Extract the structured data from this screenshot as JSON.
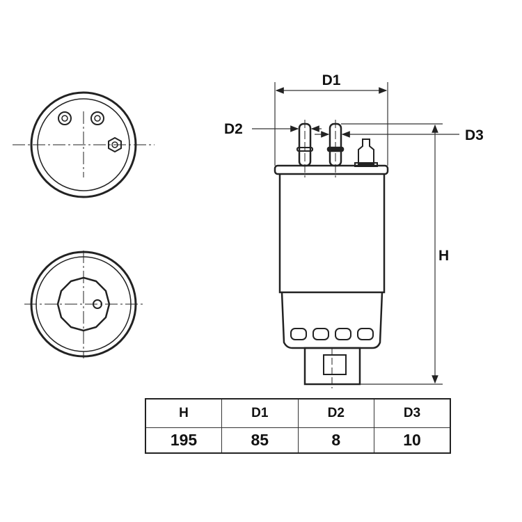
{
  "diagram": {
    "labels": {
      "d1": "D1",
      "d2": "D2",
      "d3": "D3",
      "h": "H"
    }
  },
  "table": {
    "headers": [
      "H",
      "D1",
      "D2",
      "D3"
    ],
    "values": [
      "195",
      "85",
      "8",
      "10"
    ]
  }
}
